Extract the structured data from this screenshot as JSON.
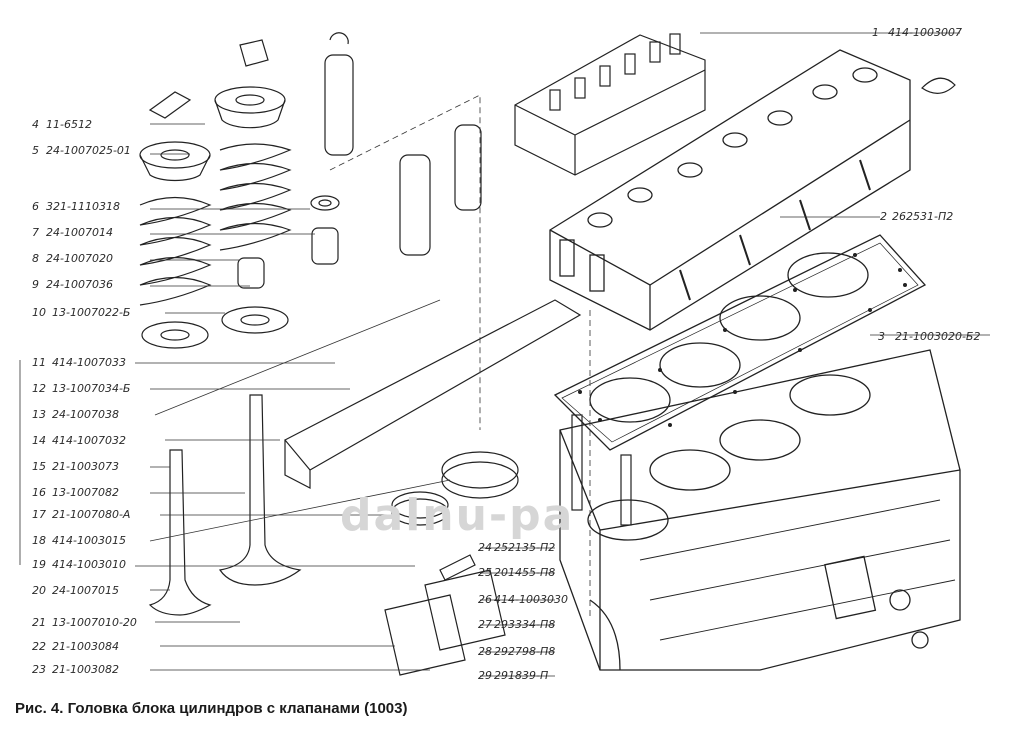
{
  "caption": "Рис. 4. Головка блока цилиндров с клапанами (1003)",
  "watermark": "dalnu-pa",
  "parts": [
    {
      "num": "1",
      "code": "414-1003007"
    },
    {
      "num": "2",
      "code": "262531-П2"
    },
    {
      "num": "3",
      "code": "21-1003020-Б2"
    },
    {
      "num": "4",
      "code": "11-6512"
    },
    {
      "num": "5",
      "code": "24-1007025-01"
    },
    {
      "num": "6",
      "code": "321-1110318"
    },
    {
      "num": "7",
      "code": "24-1007014"
    },
    {
      "num": "8",
      "code": "24-1007020"
    },
    {
      "num": "9",
      "code": "24-1007036"
    },
    {
      "num": "10",
      "code": "13-1007022-Б"
    },
    {
      "num": "11",
      "code": "414-1007033"
    },
    {
      "num": "12",
      "code": "13-1007034-Б"
    },
    {
      "num": "13",
      "code": "24-1007038"
    },
    {
      "num": "14",
      "code": "414-1007032"
    },
    {
      "num": "15",
      "code": "21-1003073"
    },
    {
      "num": "16",
      "code": "13-1007082"
    },
    {
      "num": "17",
      "code": "21-1007080-А"
    },
    {
      "num": "18",
      "code": "414-1003015"
    },
    {
      "num": "19",
      "code": "414-1003010"
    },
    {
      "num": "20",
      "code": "24-1007015"
    },
    {
      "num": "21",
      "code": "13-1007010-20"
    },
    {
      "num": "22",
      "code": "21-1003084"
    },
    {
      "num": "23",
      "code": "21-1003082"
    },
    {
      "num": "24",
      "code": "252135-П2"
    },
    {
      "num": "25",
      "code": "201455-П8"
    },
    {
      "num": "26",
      "code": "414-1003030"
    },
    {
      "num": "27",
      "code": "293334-П8"
    },
    {
      "num": "28",
      "code": "292798-П8"
    },
    {
      "num": "29",
      "code": "291839-П"
    }
  ]
}
